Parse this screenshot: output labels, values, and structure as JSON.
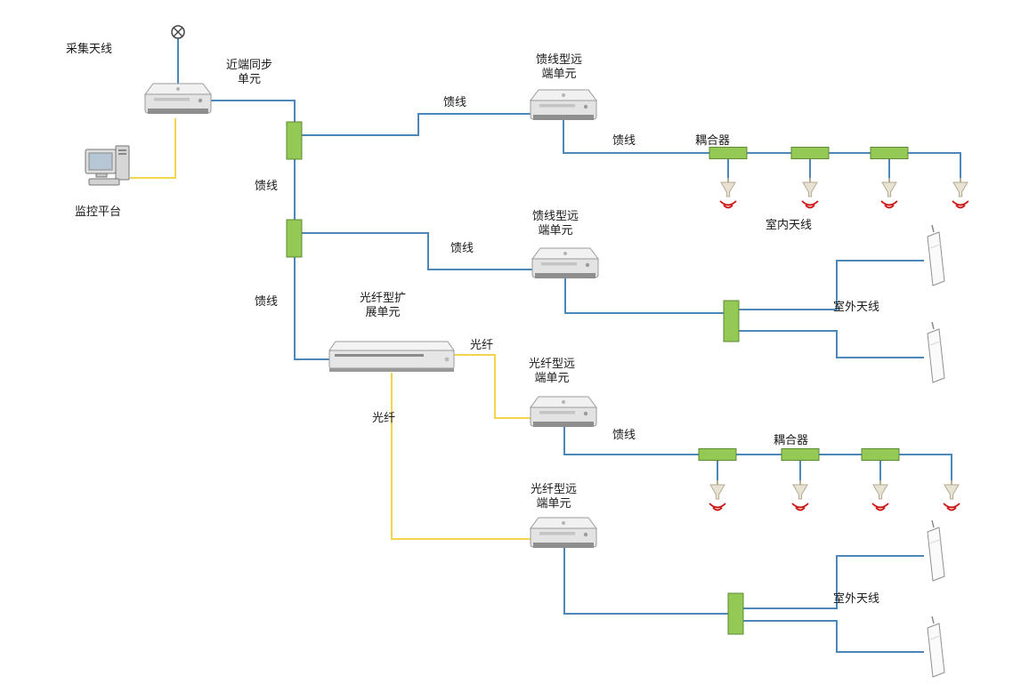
{
  "nodes": {
    "collection_antenna": "采集天线",
    "near_end_sync_unit": "近端同步\n单元",
    "monitoring_platform": "监控平台",
    "feeder_remote_unit_top": "馈线型远\n端单元",
    "feeder_remote_unit_mid": "馈线型远\n端单元",
    "fiber_expansion_unit": "光纤型扩\n展单元",
    "fiber_remote_unit_upper": "光纤型远\n端单元",
    "fiber_remote_unit_lower": "光纤型远\n端单元",
    "coupler_top_branch": "耦合器",
    "coupler_bottom_branch": "耦合器",
    "indoor_antenna_top_branch": "室内天线",
    "outdoor_antenna_mid_branch": "室外天线",
    "outdoor_antenna_bottom_branch": "室外天线"
  },
  "links": {
    "feeder_sync_branch_top": "馈线",
    "feeder_between_splitters": "馈线",
    "feeder_splitter2_to_remote": "馈线",
    "feeder_splitter2_to_expansion": "馈线",
    "feeder_remote_top_distribution": "馈线",
    "feeder_fiber_remote_distribution": "馈线",
    "fiber_expansion_to_upper_remote": "光纤",
    "fiber_expansion_to_lower_remote": "光纤"
  },
  "colors": {
    "feeder_line": "#4b87b9",
    "fiber_line": "#f3d44d",
    "coupler_fill": "#93c954",
    "coupler_border": "#5d8a33",
    "signal_wave": "#cc1414"
  }
}
